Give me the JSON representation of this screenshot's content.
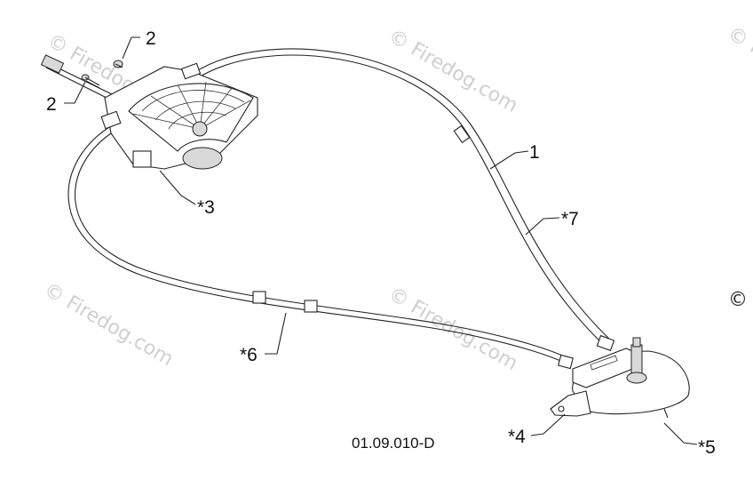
{
  "diagram": {
    "drawing_number": "01.09.010-D",
    "callouts": [
      {
        "id": "c2a",
        "text": "2"
      },
      {
        "id": "c2b",
        "text": "2"
      },
      {
        "id": "c3",
        "text": "*3"
      },
      {
        "id": "c1",
        "text": "1"
      },
      {
        "id": "c7",
        "text": "*7"
      },
      {
        "id": "c6",
        "text": "*6"
      },
      {
        "id": "c4",
        "text": "*4"
      },
      {
        "id": "c5",
        "text": "*5"
      }
    ],
    "watermark": {
      "symbol": "©",
      "brand": "© Firedog.com"
    }
  }
}
